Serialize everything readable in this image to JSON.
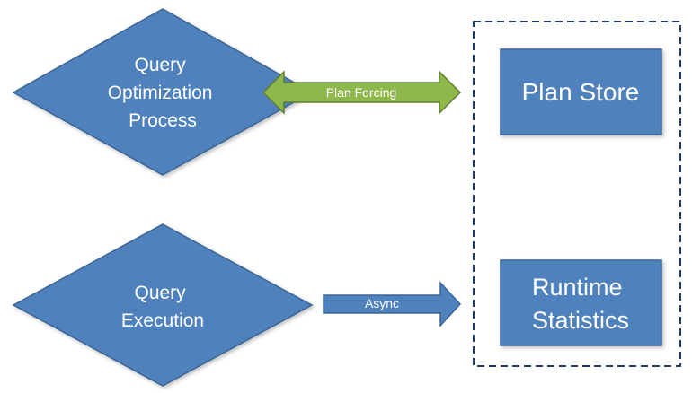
{
  "nodes": {
    "query_optimization": {
      "lines": [
        "Query",
        "Optimization",
        "Process"
      ]
    },
    "query_execution": {
      "lines": [
        "Query",
        "Execution"
      ]
    },
    "plan_store": {
      "lines": [
        "Plan Store"
      ]
    },
    "runtime_statistics": {
      "lines": [
        "Runtime",
        "Statistics"
      ]
    }
  },
  "edges": {
    "plan_forcing": {
      "label": "Plan Forcing"
    },
    "async": {
      "label": "Async"
    }
  },
  "colors": {
    "shape_fill": "#4f81bd",
    "shape_stroke": "#3a6596",
    "arrow_green": "#8fb84c",
    "arrow_green_stroke": "#5f7f2c",
    "container_border": "#1f3b64"
  }
}
